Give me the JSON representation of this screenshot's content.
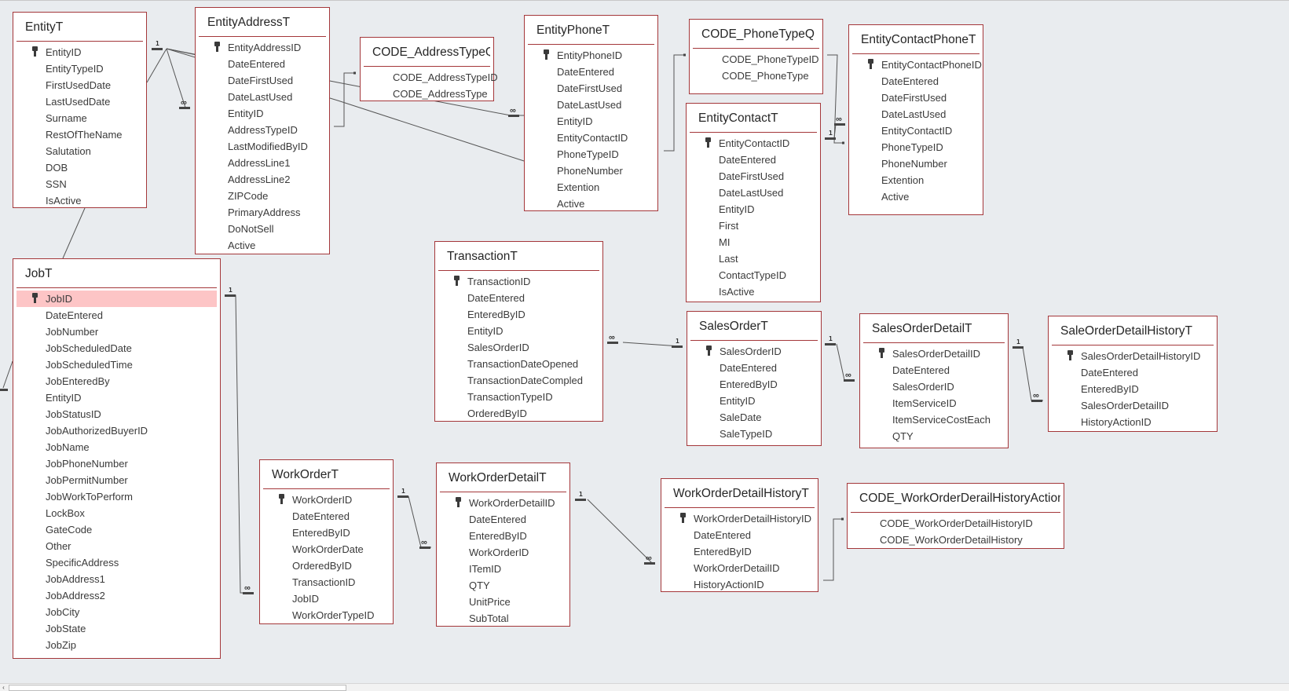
{
  "window": {
    "title": "Relationships"
  },
  "tables": {
    "EntityT": {
      "title": "EntityT",
      "key": "EntityID",
      "fields": [
        "EntityID",
        "EntityTypeID",
        "FirstUsedDate",
        "LastUsedDate",
        "Surname",
        "RestOfTheName",
        "Salutation",
        "DOB",
        "SSN",
        "IsActive"
      ]
    },
    "EntityAddressT": {
      "title": "EntityAddressT",
      "key": "EntityAddressID",
      "fields": [
        "EntityAddressID",
        "DateEntered",
        "DateFirstUsed",
        "DateLastUsed",
        "EntityID",
        "AddressTypeID",
        "LastModifiedByID",
        "AddressLine1",
        "AddressLine2",
        "ZIPCode",
        "PrimaryAddress",
        "DoNotSell",
        "Active"
      ]
    },
    "CODE_AddressTypeQ": {
      "title": "CODE_AddressTypeQ",
      "key": null,
      "fields": [
        "CODE_AddressTypeID",
        "CODE_AddressType"
      ]
    },
    "EntityPhoneT": {
      "title": "EntityPhoneT",
      "key": "EntityPhoneID",
      "fields": [
        "EntityPhoneID",
        "DateEntered",
        "DateFirstUsed",
        "DateLastUsed",
        "EntityID",
        "EntityContactID",
        "PhoneTypeID",
        "PhoneNumber",
        "Extention",
        "Active"
      ]
    },
    "CODE_PhoneTypeQ": {
      "title": "CODE_PhoneTypeQ",
      "key": null,
      "fields": [
        "CODE_PhoneTypeID",
        "CODE_PhoneType"
      ]
    },
    "EntityContactT": {
      "title": "EntityContactT",
      "key": "EntityContactID",
      "fields": [
        "EntityContactID",
        "DateEntered",
        "DateFirstUsed",
        "DateLastUsed",
        "EntityID",
        "First",
        "MI",
        "Last",
        "ContactTypeID",
        "IsActive"
      ]
    },
    "EntityContactPhoneT": {
      "title": "EntityContactPhoneT",
      "key": "EntityContactPhoneID",
      "fields": [
        "EntityContactPhoneID",
        "DateEntered",
        "DateFirstUsed",
        "DateLastUsed",
        "EntityContactID",
        "PhoneTypeID",
        "PhoneNumber",
        "Extention",
        "Active"
      ]
    },
    "JobT": {
      "title": "JobT",
      "key": "JobID",
      "selected": "JobID",
      "fields": [
        "JobID",
        "DateEntered",
        "JobNumber",
        "JobScheduledDate",
        "JobScheduledTime",
        "JobEnteredBy",
        "EntityID",
        "JobStatusID",
        "JobAuthorizedBuyerID",
        "JobName",
        "JobPhoneNumber",
        "JobPermitNumber",
        "JobWorkToPerform",
        "LockBox",
        "GateCode",
        "Other",
        "SpecificAddress",
        "JobAddress1",
        "JobAddress2",
        "JobCity",
        "JobState",
        "JobZip"
      ]
    },
    "TransactionT": {
      "title": "TransactionT",
      "key": "TransactionID",
      "fields": [
        "TransactionID",
        "DateEntered",
        "EnteredByID",
        "EntityID",
        "SalesOrderID",
        "TransactionDateOpened",
        "TransactionDateCompled",
        "TransactionTypeID",
        "OrderedByID"
      ]
    },
    "SalesOrderT": {
      "title": "SalesOrderT",
      "key": "SalesOrderID",
      "fields": [
        "SalesOrderID",
        "DateEntered",
        "EnteredByID",
        "EntityID",
        "SaleDate",
        "SaleTypeID"
      ]
    },
    "SalesOrderDetailT": {
      "title": "SalesOrderDetailT",
      "key": "SalesOrderDetailID",
      "fields": [
        "SalesOrderDetailID",
        "DateEntered",
        "SalesOrderID",
        "ItemServiceID",
        "ItemServiceCostEach",
        "QTY"
      ]
    },
    "SaleOrderDetailHistoryT": {
      "title": "SaleOrderDetailHistoryT",
      "key": "SalesOrderDetailHistoryID",
      "fields": [
        "SalesOrderDetailHistoryID",
        "DateEntered",
        "EnteredByID",
        "SalesOrderDetailID",
        "HistoryActionID"
      ]
    },
    "WorkOrderT": {
      "title": "WorkOrderT",
      "key": "WorkOrderID",
      "fields": [
        "WorkOrderID",
        "DateEntered",
        "EnteredByID",
        "WorkOrderDate",
        "OrderedByID",
        "TransactionID",
        "JobID",
        "WorkOrderTypeID"
      ]
    },
    "WorkOrderDetailT": {
      "title": "WorkOrderDetailT",
      "key": "WorkOrderDetailID",
      "fields": [
        "WorkOrderDetailID",
        "DateEntered",
        "EnteredByID",
        "WorkOrderID",
        "ITemID",
        "QTY",
        "UnitPrice",
        "SubTotal"
      ]
    },
    "WorkOrderDetailHistoryT": {
      "title": "WorkOrderDetailHistoryT",
      "key": "WorkOrderDetailHistoryID",
      "fields": [
        "WorkOrderDetailHistoryID",
        "DateEntered",
        "EnteredByID",
        "WorkOrderDetailID",
        "HistoryActionID"
      ]
    },
    "CODE_WorkOrderDerailHistoryActionQ": {
      "title": "CODE_WorkOrderDerailHistoryActionQ",
      "key": null,
      "fields": [
        "CODE_WorkOrderDetailHistoryID",
        "CODE_WorkOrderDetailHistory"
      ]
    }
  },
  "relationships": [
    {
      "from": "EntityT",
      "to": "EntityAddressT",
      "one": "1",
      "many": "∞"
    },
    {
      "from": "EntityT",
      "to": "EntityPhoneT",
      "one": "1",
      "many": "∞"
    },
    {
      "from": "EntityT",
      "to": "EntityContactT",
      "one": "1",
      "many": "∞"
    },
    {
      "from": "EntityT",
      "to": "TransactionT",
      "one": "1",
      "many": "∞"
    },
    {
      "from": "EntityT",
      "to": "JobT",
      "one": "1",
      "many": "∞"
    },
    {
      "from": "CODE_AddressTypeQ",
      "to": "EntityAddressT",
      "one": "",
      "many": ""
    },
    {
      "from": "CODE_PhoneTypeQ",
      "to": "EntityPhoneT",
      "one": "",
      "many": ""
    },
    {
      "from": "CODE_PhoneTypeQ",
      "to": "EntityContactPhoneT",
      "one": "",
      "many": ""
    },
    {
      "from": "EntityContactT",
      "to": "EntityContactPhoneT",
      "one": "1",
      "many": "∞"
    },
    {
      "from": "TransactionT",
      "to": "SalesOrderT",
      "one": "1",
      "many": "∞"
    },
    {
      "from": "SalesOrderT",
      "to": "SalesOrderDetailT",
      "one": "1",
      "many": "∞"
    },
    {
      "from": "SalesOrderDetailT",
      "to": "SaleOrderDetailHistoryT",
      "one": "1",
      "many": "∞"
    },
    {
      "from": "JobT",
      "to": "WorkOrderT",
      "one": "1",
      "many": "∞"
    },
    {
      "from": "WorkOrderT",
      "to": "WorkOrderDetailT",
      "one": "1",
      "many": "∞"
    },
    {
      "from": "WorkOrderDetailT",
      "to": "WorkOrderDetailHistoryT",
      "one": "1",
      "many": "∞"
    },
    {
      "from": "CODE_WorkOrderDerailHistoryActionQ",
      "to": "WorkOrderDetailHistoryT",
      "one": "",
      "many": ""
    }
  ],
  "colors": {
    "border": "#a4373a",
    "selected_row": "#fdc5c6",
    "background": "#e9ecef"
  }
}
